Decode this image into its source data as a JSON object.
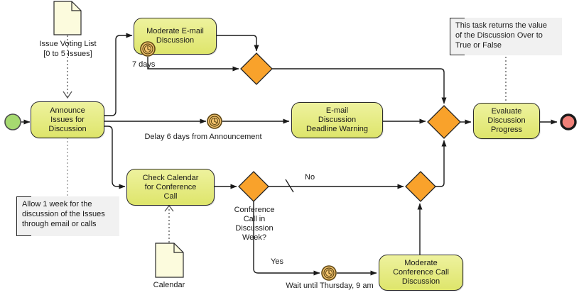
{
  "colors": {
    "task_fill_top": "#eef29e",
    "task_fill_bottom": "#dee56b",
    "task_border": "#2b2b2b",
    "gateway_fill": "#f9a22b",
    "gateway_border": "#222222",
    "start_fill": "#a6da70",
    "start_border": "#4c4c4c",
    "end_fill": "#f08078",
    "end_border": "#1a1a1a",
    "timer_fill": "#f3c46f",
    "timer_ring": "#5d4513",
    "doc_fill": "#fcfbdd",
    "doc_border": "#2b2b2b",
    "annotation_bg": "#f1f1f1",
    "line": "#1a1a1a",
    "association": "#555555",
    "annotation_link": "#9a9a9a"
  },
  "tasks": {
    "announce": {
      "label": "Announce\nIssues for\nDiscussion"
    },
    "moderate_email": {
      "label": "Moderate E-mail\nDiscussion"
    },
    "deadline_warning": {
      "label": "E-mail\nDiscussion\nDeadline Warning"
    },
    "evaluate": {
      "label": "Evaluate\nDiscussion\nProgress"
    },
    "check_calendar": {
      "label": "Check Calendar\nfor Conference\nCall"
    },
    "moderate_conference": {
      "label": "Moderate\nConference Call\nDiscussion"
    }
  },
  "flow_labels": {
    "seven_days": "7 days",
    "delay": "Delay 6 days from Announcement",
    "no": "No",
    "yes": "Yes",
    "wait": "Wait until Thursday, 9 am",
    "conference_question": "Conference\nCall in\nDiscussion\nWeek?"
  },
  "data_objects": {
    "issue_voting_list": {
      "label": "Issue Voting List\n[0 to 5 Issues]"
    },
    "calendar": {
      "label": "Calendar"
    }
  },
  "annotations": {
    "evaluate_note": "This task returns the value\nof the Discussion Over to\nTrue or False",
    "announce_note": "Allow 1 week for the\ndiscussion of the Issues\nthrough email or calls"
  },
  "icons": {
    "timer": "timer-clock-icon"
  }
}
